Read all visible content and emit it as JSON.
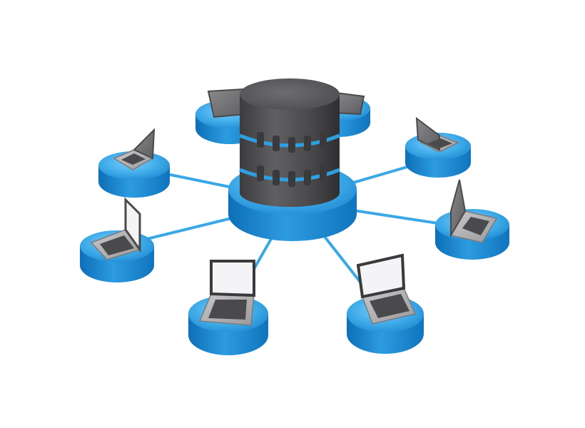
{
  "diagram": {
    "style": "3d-network-illustration",
    "hub": {
      "icon": "database-cylinder-icon",
      "base_color": "#2f9fe0",
      "body_color": "#4b4b4d",
      "ring_color": "#2f9fe0"
    },
    "node_icon": "laptop-icon",
    "node_base_color": "#2f9fe0",
    "connector_color": "#3aa7e6",
    "node_count": 8,
    "nodes": [
      {
        "id": "node-top-left-back",
        "screen": "dark"
      },
      {
        "id": "node-top-right-back",
        "screen": "dark"
      },
      {
        "id": "node-left-upper",
        "screen": "dark"
      },
      {
        "id": "node-right-upper",
        "screen": "dark"
      },
      {
        "id": "node-left-lower",
        "screen": "light"
      },
      {
        "id": "node-right-lower",
        "screen": "dark"
      },
      {
        "id": "node-bottom-left",
        "screen": "light"
      },
      {
        "id": "node-bottom-right",
        "screen": "light"
      }
    ]
  }
}
